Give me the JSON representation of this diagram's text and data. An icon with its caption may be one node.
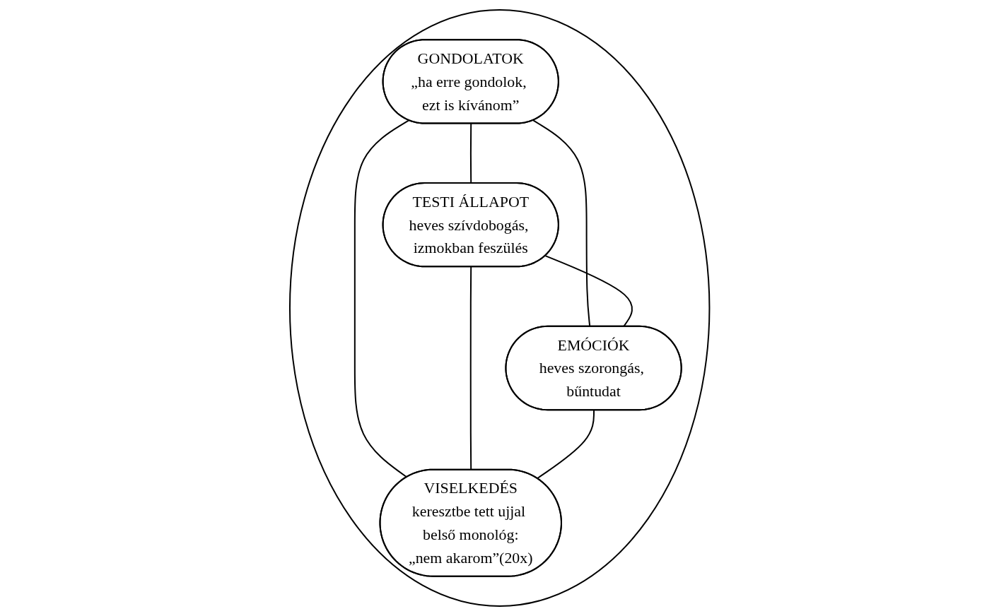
{
  "diagram": {
    "nodes": [
      {
        "text": [],
        "shape": "circle"
      },
      {
        "text": [
          "GONDOLATOK",
          "„ha erre gondolok, ezt is kívánom”"
        ],
        "in": 0
      },
      {
        "text": [
          "TESTI ÁLLAPOT",
          "heves szívdobogás, izmokban feszülés"
        ],
        "in": 0
      },
      {
        "text": [
          "EMÓCIÓK",
          "heves szorongás, bűntudat"
        ],
        "in": 0
      },
      {
        "text": [
          "VISELKEDÉS",
          "keresztbe tett ujjal belső monológ:",
          "„nem akarom”(20x)"
        ],
        "in": 0
      }
    ],
    "edges": [
      {
        "from": 1,
        "to": 2,
        "arrow": "none"
      },
      {
        "from": 1,
        "to": 3,
        "arrow": "none"
      },
      {
        "from": 1,
        "to": 4,
        "arrow": "none"
      },
      {
        "from": 2,
        "to": 3,
        "arrow": "none"
      },
      {
        "from": 2,
        "to": 4,
        "arrow": "none"
      },
      {
        "from": 3,
        "to": 4,
        "arrow": "none"
      }
    ]
  }
}
